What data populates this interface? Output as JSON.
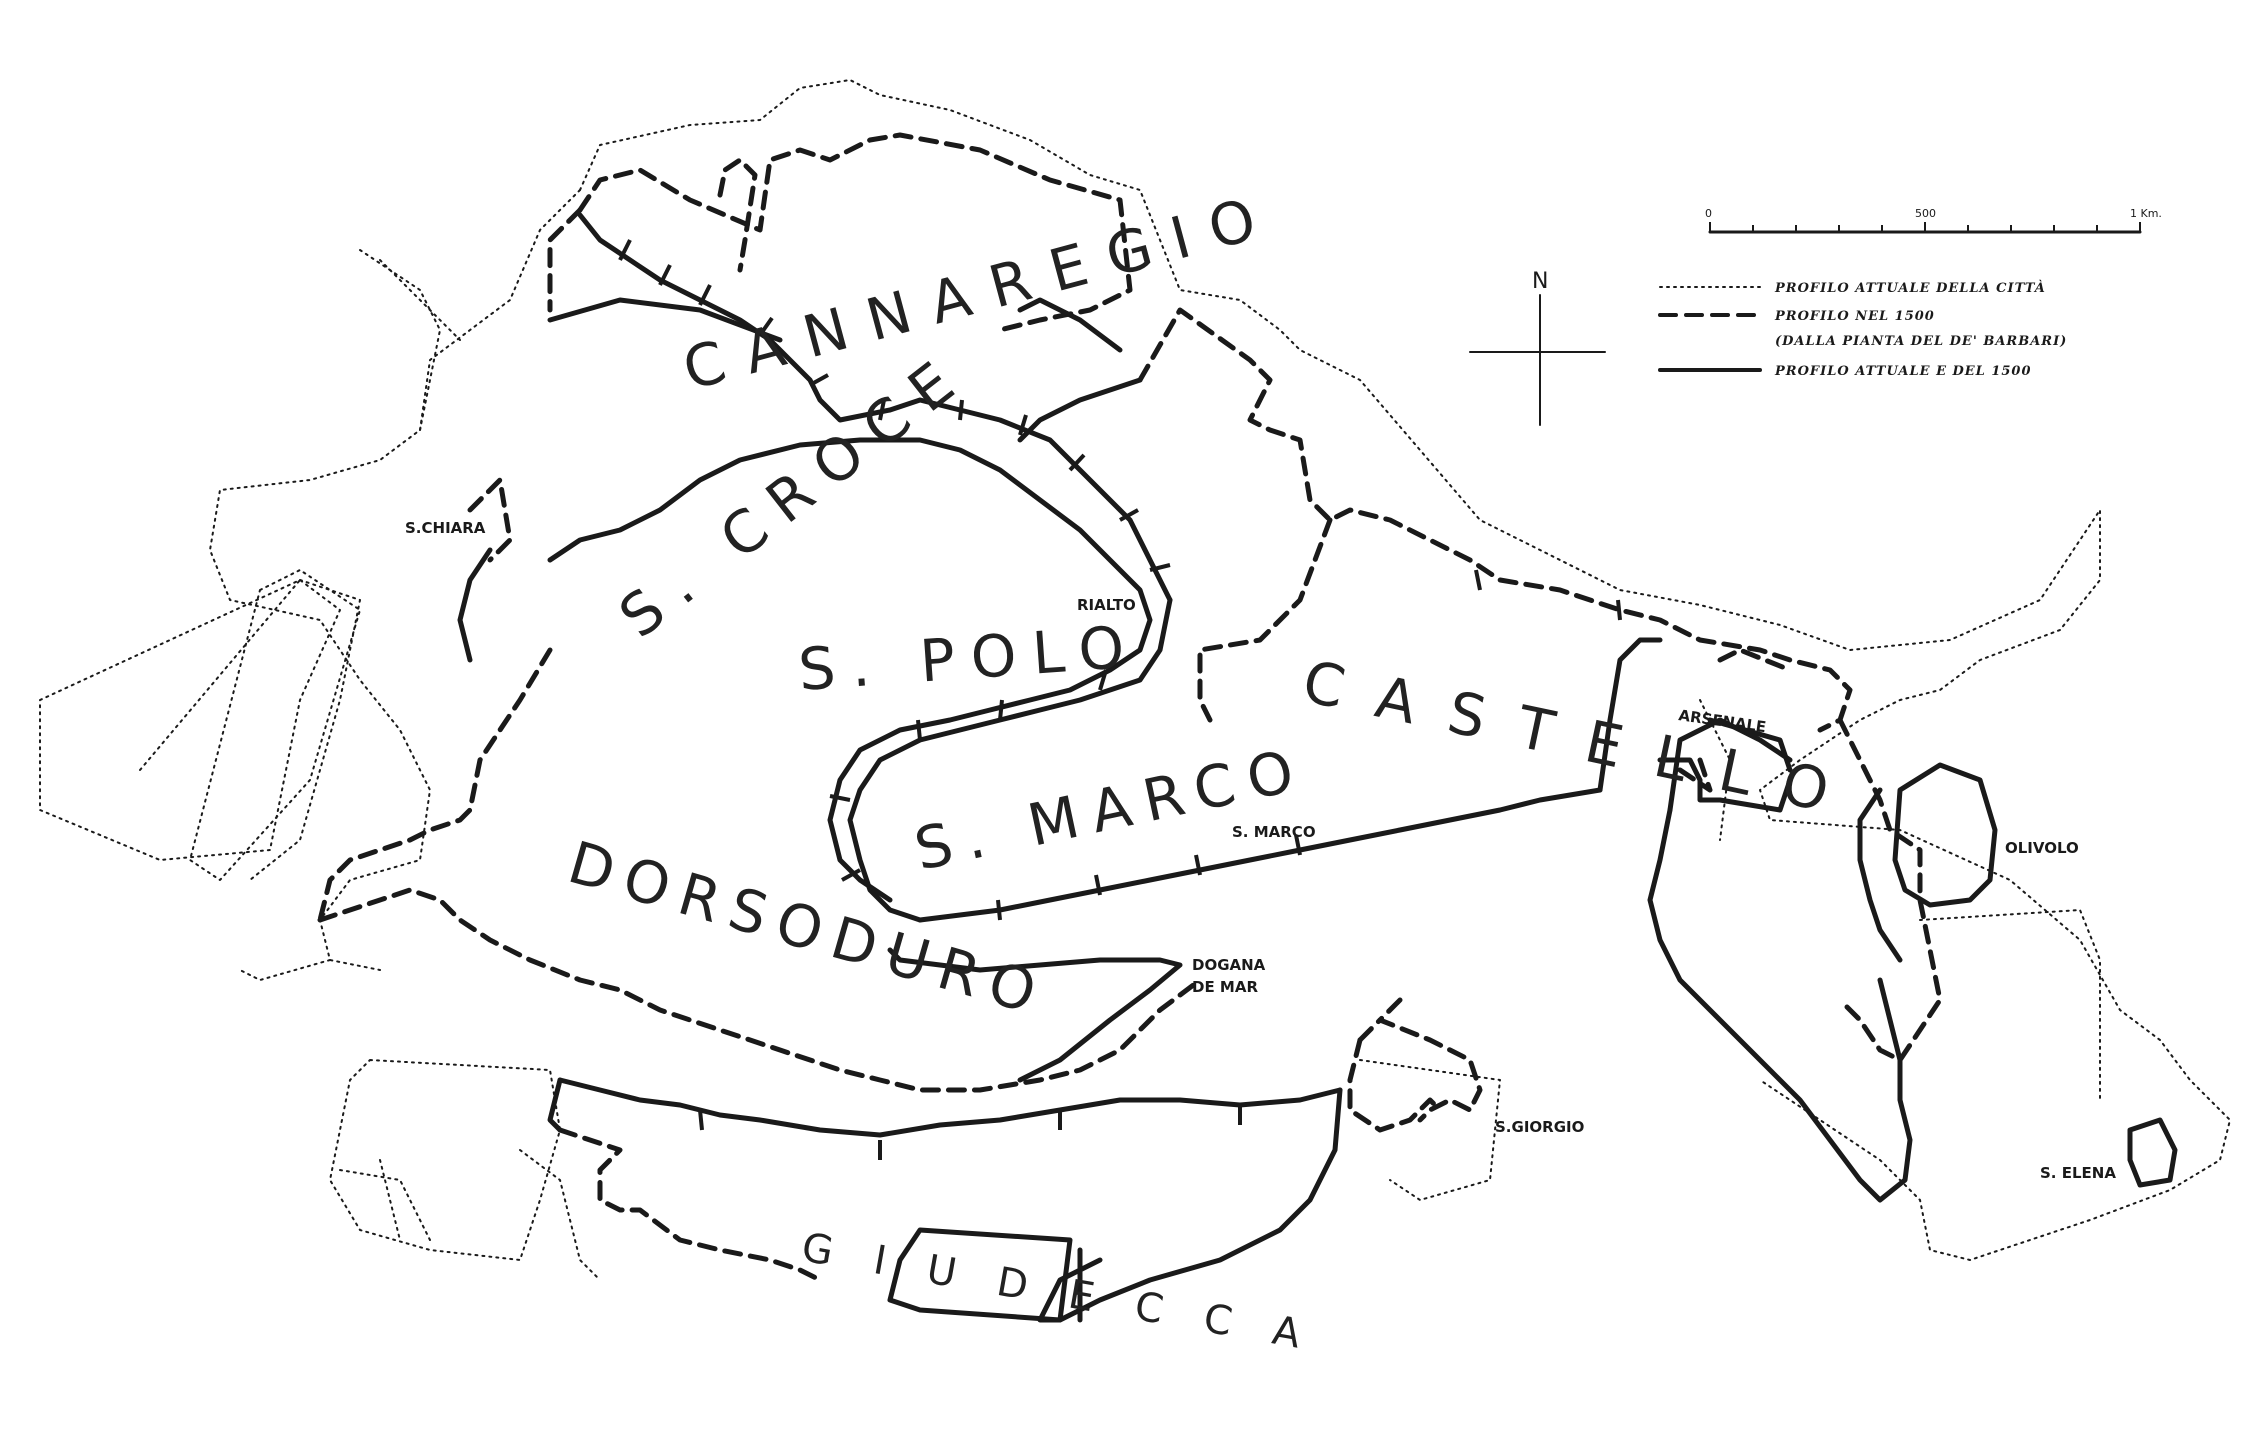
{
  "legend": {
    "current": "PROFILO ATTUALE DELLA CITTÀ",
    "in1500": "PROFILO NEL 1500",
    "in1500_source": "(DALLA PIANTA DEL DE' BARBARI)",
    "both": "PROFILO ATTUALE E DEL 1500"
  },
  "scale": {
    "start": "0",
    "mid": "500",
    "end": "1 Km."
  },
  "north": "N",
  "sestieri": {
    "cannaregio": "CANNAREGIO",
    "croce": "S. CROCE",
    "polo": "S. POLO",
    "marco": "S. MARCO",
    "castello": "CASTELLO",
    "dorsoduro": "DORSODURO",
    "giudecca": "GIUDECCA"
  },
  "places": {
    "chiara": "S.CHIARA",
    "rialto": "RIALTO",
    "smarco": "S. MARCO",
    "arsenale": "ARSENALE",
    "olivolo": "OLIVOLO",
    "dogana1": "DOGANA",
    "dogana2": "DE MAR",
    "giorgio": "S.GIORGIO",
    "elena": "S. ELENA"
  }
}
